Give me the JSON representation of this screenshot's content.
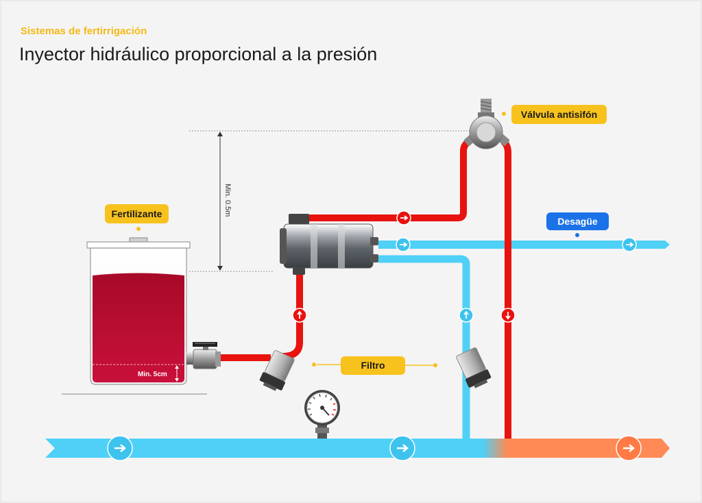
{
  "header": {
    "subtitle": "Sistemas de fertirrigación",
    "title": "Inyector hidráulico proporcional a la presión"
  },
  "labels": {
    "fertilizer": "Fertilizante",
    "antisiphon_valve": "Válvula antisifón",
    "drain": "Desagüe",
    "filter": "Filtro",
    "min_height": "Min. 0.5m",
    "min_level": "Min. 5cm"
  },
  "colors": {
    "water_line": "#4fd0f7",
    "fertilizer_line": "#e8120f",
    "mixed_line": "#ff8a55",
    "label_yellow": "#f7c21d",
    "label_blue": "#1b72e8",
    "tank_liquid": "#b30d2c"
  },
  "icons": [
    "arrow-right-icon",
    "arrow-up-icon",
    "arrow-down-icon",
    "pressure-gauge-icon",
    "ball-valve-icon",
    "filter-icon",
    "injector-icon",
    "antisiphon-valve-icon",
    "tank-icon"
  ]
}
